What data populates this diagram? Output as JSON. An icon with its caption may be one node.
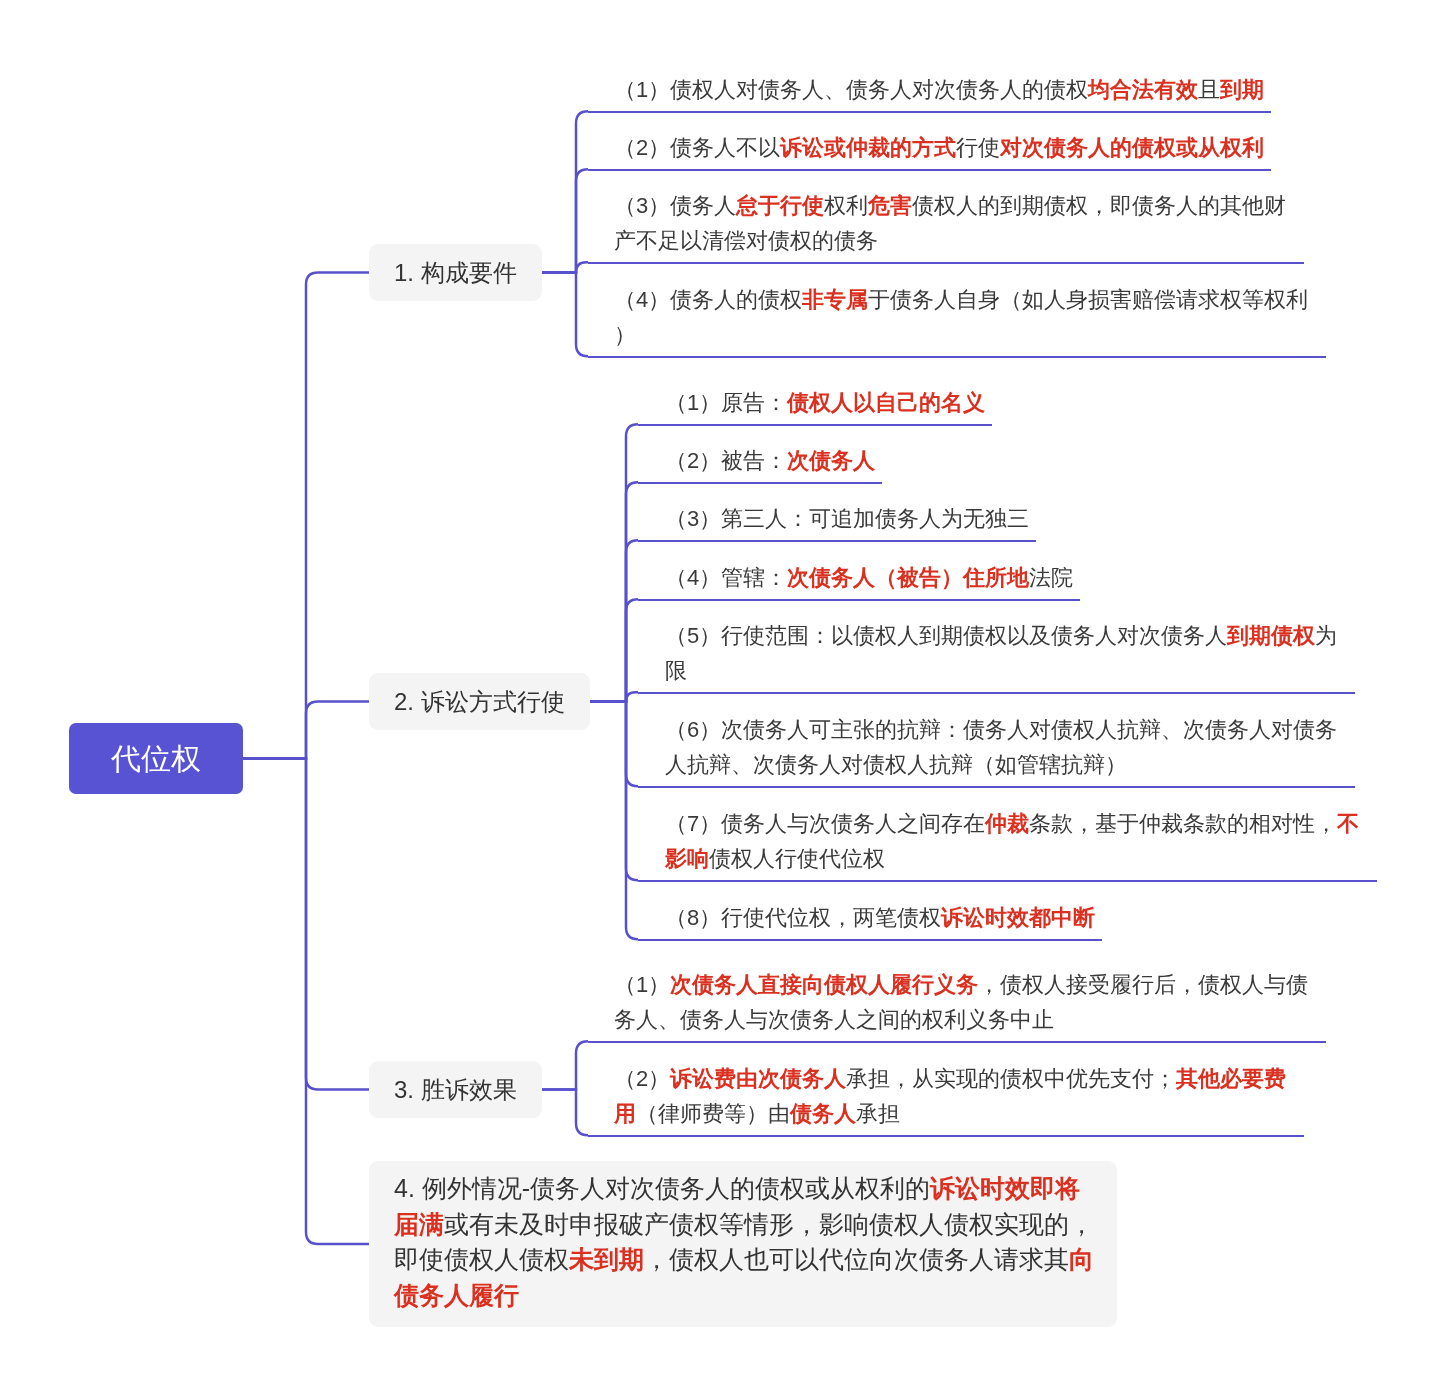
{
  "diagram": {
    "nodes": [
      {
        "text": [
          "代位权"
        ]
      },
      {
        "text": [
          "1. 构成要件"
        ]
      },
      {
        "text": [
          "（1）债权人对债务人、债务人对次债务人的债权**均合法有效**且**到期**"
        ]
      },
      {
        "text": [
          "（2）债务人不以**诉讼或仲裁的方式**行使**对次债务人的债权或从权利**"
        ]
      },
      {
        "text": [
          "（3）债务人**怠于行使**权利**危害**债权人的到期债权，即债务人的其他财产不足以清偿对债权的债务"
        ]
      },
      {
        "text": [
          "（4）债务人的债权**非专属**于债务人自身（如人身损害赔偿请求权等权利）"
        ]
      },
      {
        "text": [
          "2. 诉讼方式行使"
        ]
      },
      {
        "text": [
          "（1）原告：**债权人以自己的名义**"
        ]
      },
      {
        "text": [
          "（2）被告：**次债务人**"
        ]
      },
      {
        "text": [
          "（3）第三人：可追加债务人为无独三"
        ]
      },
      {
        "text": [
          "（4）管辖：**次债务人（被告）住所地**法院"
        ]
      },
      {
        "text": [
          "（5）行使范围：以债权人到期债权以及债务人对次债务人**到期债权**为限"
        ]
      },
      {
        "text": [
          "（6）次债务人可主张的抗辩：债务人对债权人抗辩、次债务人对债务人抗辩、次债务人对债权人抗辩（如管辖抗辩）"
        ]
      },
      {
        "text": [
          "（7）债务人与次债务人之间存在**仲裁**条款，基于仲裁条款的相对性，**不影响**债权人行使代位权"
        ]
      },
      {
        "text": [
          "（8）行使代位权，两笔债权**诉讼时效都中断**"
        ]
      },
      {
        "text": [
          "3. 胜诉效果"
        ]
      },
      {
        "text": [
          "（1）**次债务人直接向债权人履行义务**，债权人接受履行后，债权人与债务人、债务人与次债务人之间的权利义务中止"
        ]
      },
      {
        "text": [
          "（2）**诉讼费由次债务人**承担，从实现的债权中优先支付；**其他必要费用**（律师费等）由**债务人**承担"
        ]
      },
      {
        "text": [
          "4. 例外情况-债务人对次债务人的债权或从权利的**诉讼时效即将届满**或有未及时申报破产债权等情形，影响债权人债权实现的，即使债权人债权**未到期**，债权人也可以代位向次债务人请求其**向债务人履行**"
        ]
      }
    ],
    "edges": [
      {
        "from": 0,
        "to": 1,
        "arrow": "none"
      },
      {
        "from": 1,
        "to": 2,
        "arrow": "none"
      },
      {
        "from": 1,
        "to": 3,
        "arrow": "none"
      },
      {
        "from": 1,
        "to": 4,
        "arrow": "none"
      },
      {
        "from": 1,
        "to": 5,
        "arrow": "none"
      },
      {
        "from": 0,
        "to": 6,
        "arrow": "none"
      },
      {
        "from": 6,
        "to": 7,
        "arrow": "none"
      },
      {
        "from": 6,
        "to": 8,
        "arrow": "none"
      },
      {
        "from": 6,
        "to": 9,
        "arrow": "none"
      },
      {
        "from": 6,
        "to": 10,
        "arrow": "none"
      },
      {
        "from": 6,
        "to": 11,
        "arrow": "none"
      },
      {
        "from": 6,
        "to": 12,
        "arrow": "none"
      },
      {
        "from": 6,
        "to": 13,
        "arrow": "none"
      },
      {
        "from": 6,
        "to": 14,
        "arrow": "none"
      },
      {
        "from": 0,
        "to": 15,
        "arrow": "none"
      },
      {
        "from": 15,
        "to": 16,
        "arrow": "none"
      },
      {
        "from": 15,
        "to": 17,
        "arrow": "none"
      },
      {
        "from": 0,
        "to": 18,
        "arrow": "none"
      }
    ]
  }
}
